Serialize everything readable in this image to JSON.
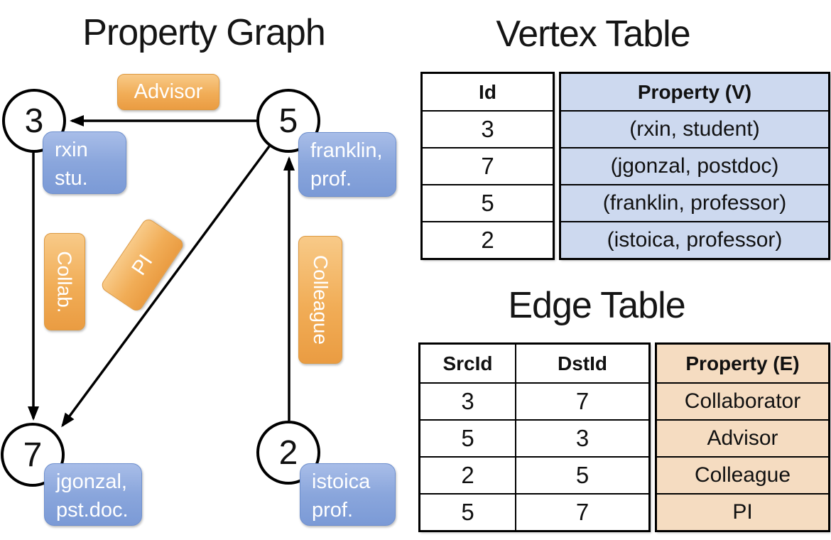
{
  "property_graph": {
    "title": "Property Graph",
    "vertices": [
      {
        "id": "3",
        "label_lines": [
          "rxin",
          "stu."
        ]
      },
      {
        "id": "5",
        "label_lines": [
          "franklin,",
          "prof."
        ]
      },
      {
        "id": "7",
        "label_lines": [
          "jgonzal,",
          "pst.doc."
        ]
      },
      {
        "id": "2",
        "label_lines": [
          "istoica",
          "prof."
        ]
      }
    ],
    "edges": [
      {
        "src": "5",
        "dst": "3",
        "label": "Advisor"
      },
      {
        "src": "3",
        "dst": "7",
        "label": "Collab."
      },
      {
        "src": "5",
        "dst": "7",
        "label": "PI"
      },
      {
        "src": "2",
        "dst": "5",
        "label": "Colleague"
      }
    ]
  },
  "vertex_table": {
    "title": "Vertex Table",
    "headers": {
      "id": "Id",
      "property": "Property (V)"
    },
    "rows": [
      {
        "id": "3",
        "property": "(rxin, student)"
      },
      {
        "id": "7",
        "property": "(jgonzal, postdoc)"
      },
      {
        "id": "5",
        "property": "(franklin, professor)"
      },
      {
        "id": "2",
        "property": "(istoica, professor)"
      }
    ]
  },
  "edge_table": {
    "title": "Edge Table",
    "headers": {
      "src": "SrcId",
      "dst": "DstId",
      "property": "Property (E)"
    },
    "rows": [
      {
        "src": "3",
        "dst": "7",
        "property": "Collaborator"
      },
      {
        "src": "5",
        "dst": "3",
        "property": "Advisor"
      },
      {
        "src": "2",
        "dst": "5",
        "property": "Colleague"
      },
      {
        "src": "5",
        "dst": "7",
        "property": "PI"
      }
    ]
  },
  "colors": {
    "edge_label_box_top": "#f8ca88",
    "edge_label_box_bottom": "#ea9c42",
    "vertex_property_box_top": "#a8bde8",
    "vertex_property_box_bottom": "#7b9ad6",
    "vertex_table_property_bg": "#cdd9ef",
    "edge_table_property_bg": "#f5dcc1",
    "line": "#000000"
  }
}
